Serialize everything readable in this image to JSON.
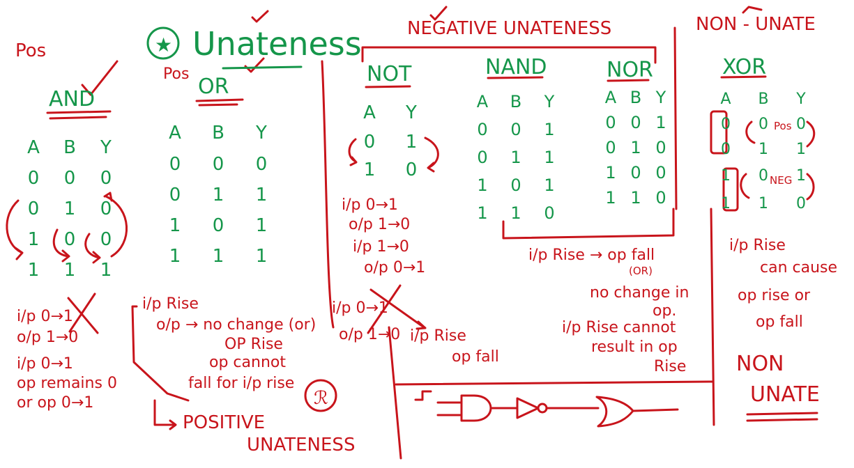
{
  "colors": {
    "red": "#c8141b",
    "green": "#15964a"
  },
  "pos_left": "Pos",
  "pos_or": "Pos",
  "unateness_title": "Unateness",
  "and_section": {
    "title": "AND",
    "headers": [
      "A",
      "B",
      "Y"
    ],
    "rows": [
      [
        "0",
        "0",
        "0"
      ],
      [
        "0",
        "1",
        "0"
      ],
      [
        "1",
        "0",
        "0"
      ],
      [
        "1",
        "1",
        "1"
      ]
    ],
    "notes": [
      "i/p 0→1",
      "o/p 1→0",
      "i/p 0→1",
      "op remains 0",
      "or op 0→1"
    ]
  },
  "or_section": {
    "title": "OR",
    "headers": [
      "A",
      "B",
      "Y"
    ],
    "rows": [
      [
        "0",
        "0",
        "0"
      ],
      [
        "0",
        "1",
        "1"
      ],
      [
        "1",
        "0",
        "1"
      ],
      [
        "1",
        "1",
        "1"
      ]
    ],
    "notes": [
      "i/p Rise",
      "o/p → no change (or)",
      "OP Rise",
      "op cannot",
      "fall for i/p rise"
    ],
    "conclusion_line1": "POSITIVE",
    "conclusion_line2": "UNATENESS"
  },
  "negative_title": "NEGATIVE UNATENESS",
  "not_section": {
    "title": "NOT",
    "headers": [
      "A",
      "Y"
    ],
    "rows": [
      [
        "0",
        "1"
      ],
      [
        "1",
        "0"
      ]
    ],
    "notes": [
      "i/p 0→1",
      "o/p 1→0",
      "i/p 1→0",
      "o/p 0→1",
      "i/p 0→1",
      "o/p 1→0"
    ]
  },
  "nand_section": {
    "title": "NAND",
    "headers": [
      "A",
      "B",
      "Y"
    ],
    "rows": [
      [
        "0",
        "0",
        "1"
      ],
      [
        "0",
        "1",
        "1"
      ],
      [
        "1",
        "0",
        "1"
      ],
      [
        "1",
        "1",
        "0"
      ]
    ]
  },
  "nor_section": {
    "title": "NOR",
    "headers": [
      "A",
      "B",
      "Y"
    ],
    "rows": [
      [
        "0",
        "0",
        "1"
      ],
      [
        "0",
        "1",
        "0"
      ],
      [
        "1",
        "0",
        "0"
      ],
      [
        "1",
        "1",
        "0"
      ]
    ]
  },
  "negative_notes": {
    "rise_fall": "i/p Rise → op fall",
    "or_word": "(OR)",
    "no_change_1": "no change in",
    "no_change_2": "op.",
    "cannot_1": "i/p Rise cannot",
    "cannot_2": "result in op",
    "cannot_3": "Rise",
    "rise_word": "i/p Rise",
    "fall_word": "op fall"
  },
  "non_unate_title": "NON - UNATE",
  "xor_section": {
    "title": "XOR",
    "headers": [
      "A",
      "B",
      "Y"
    ],
    "rows": [
      [
        "0",
        "0",
        "0"
      ],
      [
        "0",
        "1",
        "1"
      ],
      [
        "1",
        "0",
        "1"
      ],
      [
        "1",
        "1",
        "0"
      ]
    ],
    "pos_tag": "Pos",
    "neg_tag": "NEG",
    "notes": [
      "i/p Rise",
      "can cause",
      "op rise or",
      "op fall"
    ],
    "conclusion_line1": "NON",
    "conclusion_line2": "UNATE"
  }
}
